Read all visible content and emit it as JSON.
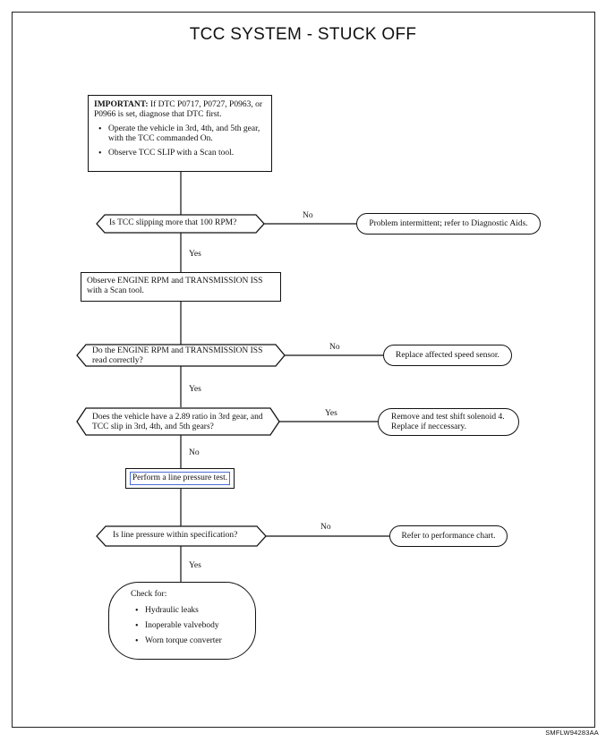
{
  "title": "TCC SYSTEM - STUCK OFF",
  "figure_code": "SMFLW94283AA",
  "important_box": {
    "heading": "IMPORTANT:",
    "text": " If DTC P0717, P0727, P0963, or P0966 is set, diagnose that DTC first.",
    "bullets": [
      "Operate the vehicle in 3rd, 4th, and 5th gear, with the TCC commanded On.",
      "Observe TCC SLIP with a Scan tool."
    ]
  },
  "decision1": {
    "question": "Is TCC slipping more that 100 RPM?",
    "no_label": "No",
    "yes_label": "Yes",
    "no_result": "Problem intermittent; refer to Diagnostic Aids."
  },
  "action_observe": "Observe ENGINE RPM and TRANSMISSION ISS with a Scan tool.",
  "decision2": {
    "question_line1": "Do the ENGINE RPM and TRANSMISSION ISS",
    "question_line2": "read correctly?",
    "no_label": "No",
    "yes_label": "Yes",
    "no_result": "Replace affected speed sensor."
  },
  "decision3": {
    "question_line1": "Does the vehicle have a 2.89 ratio in 3rd gear, and",
    "question_line2": "TCC slip in 3rd, 4th, and 5th gears?",
    "yes_label": "Yes",
    "no_label": "No",
    "yes_result_line1": "Remove and test shift solenoid 4.",
    "yes_result_line2": "Replace if neccessary."
  },
  "action_line_pressure": "Perform a line pressure test.",
  "decision4": {
    "question": "Is line pressure within specification?",
    "no_label": "No",
    "yes_label": "Yes",
    "no_result": "Refer to performance chart."
  },
  "check_for": {
    "heading": "Check for:",
    "items": [
      "Hydraulic leaks",
      "Inoperable valvebody",
      "Worn torque converter"
    ]
  }
}
